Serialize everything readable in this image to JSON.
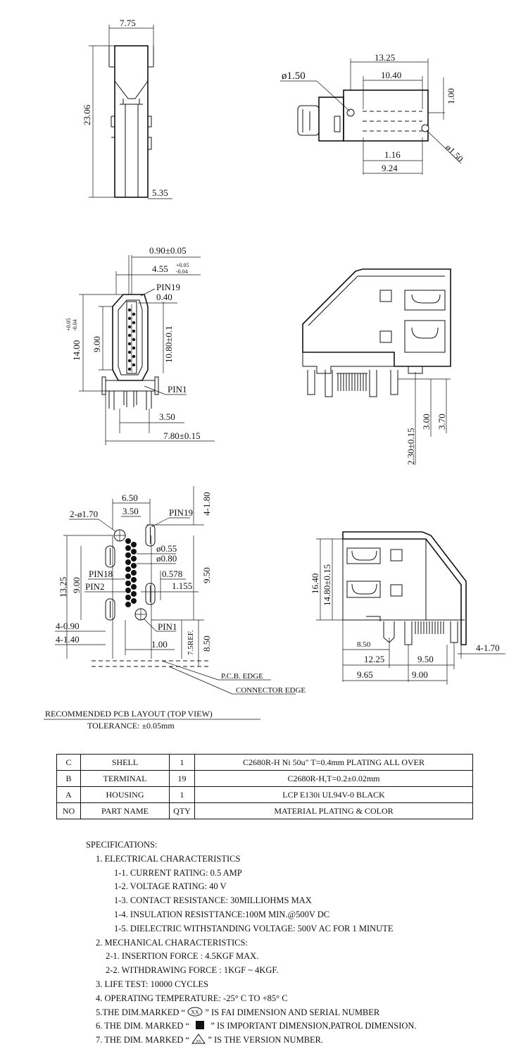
{
  "view_top_left": {
    "width": "7.75",
    "height": "23.06",
    "base": "5.35"
  },
  "view_top_right": {
    "hole": "ø1.50",
    "overall": "13.25",
    "inner": "10.40",
    "right_gap": "1.00",
    "pitch": "1.16",
    "span": "9.24",
    "hole2": "ø1.50"
  },
  "view_side_left": {
    "thickness": "0.90±0.05",
    "width_main": "4.55",
    "width_tol_plus": "+0.05",
    "width_tol_minus": "-0.04",
    "pin19": "PIN19",
    "pin_pitch": "0.40",
    "height_overall": "14.00",
    "height_tol_plus": "+0.05",
    "height_tol_minus": "-0.04",
    "height_inner": "9.00",
    "pin_field": "10.80±0.1",
    "pin1": "PIN1",
    "post_spacing": "3.50",
    "overall_depth": "7.80±0.15"
  },
  "view_iso_top": {
    "d1": "2.30±0.15",
    "d2": "3.00",
    "d3": "3.70"
  },
  "pcb_layout": {
    "d650": "6.50",
    "d350": "3.50",
    "d180": "4-1.80",
    "hole_large": "2-ø1.70",
    "pin19": "PIN19",
    "d055": "ø0.55",
    "d080": "ø0.80",
    "pin18": "PIN18",
    "pin2": "PIN2",
    "d0578": "0.578",
    "d1155": "1.155",
    "d1325": "13.25",
    "d900": "9.00",
    "d950": "9.50",
    "pin1": "PIN1",
    "d090": "4-0.90",
    "d140": "4-1.40",
    "d100": "1.00",
    "d75ref": "7.5REF.",
    "d850": "8.50",
    "pcb_edge": "P.C.B. EDGE",
    "connector_edge": "CONNECTOR EDGE",
    "title": "RECOMMENDED PCB LAYOUT (TOP VIEW)",
    "tolerance": "TOLERANCE: ±0.05mm"
  },
  "view_iso_bottom": {
    "h1": "16.40",
    "h2": "14.80±0.15",
    "d850": "8.50",
    "d1225": "12.25",
    "d950": "9.50",
    "d170": "4-1.70",
    "d965": "9.65",
    "d900": "9.00"
  },
  "parts_table": [
    {
      "no": "C",
      "name": "SHELL",
      "qty": "1",
      "material": "C2680R-H Ni 50u\" T=0.4mm PLATING ALL OVER"
    },
    {
      "no": "B",
      "name": "TERMINAL",
      "qty": "19",
      "material": "C2680R-H,T=0.2±0.02mm"
    },
    {
      "no": "A",
      "name": "HOUSING",
      "qty": "1",
      "material": "LCP E130i UL94V-0 BLACK"
    },
    {
      "no": "NO",
      "name": "PART NAME",
      "qty": "QTY",
      "material": "MATERIAL PLATING & COLOR"
    }
  ],
  "specs": {
    "heading": "SPECIFICATIONS:",
    "s1": "1. ELECTRICAL CHARACTERISTICS",
    "s1_1": "1-1. CURRENT RATING: 0.5 AMP",
    "s1_2": "1-2. VOLTAGE RATING: 40 V",
    "s1_3": "1-3. CONTACT RESISTANCE: 30MILLIOHMS MAX",
    "s1_4": "1-4. INSULATION RESISTTANCE:100M MIN.@500V DC",
    "s1_5": "1-5. DIELECTRIC WITHSTANDING VOLTAGE: 500V AC FOR 1 MINUTE",
    "s2": "2. MECHANICAL CHARACTERISTICS:",
    "s2_1": "2-1. INSERTION FORCE : 4.5KGF MAX.",
    "s2_2": "2-2. WITHDRAWING FORCE : 1KGF ~ 4KGF.",
    "s3": "3. LIFE TEST: 10000 CYCLES",
    "s4": "4. OPERATING TEMPERATURE: -25° C TO +85° C",
    "s5_a": "5.THE DIM.MARKED “",
    "s5_sym": "XX",
    "s5_b": "” IS FAI DIMENSION AND SERIAL NUMBER",
    "s6_a": "6. THE DIM. MARKED “",
    "s6_b": "” IS IMPORTANT DIMENSION,PATROL DIMENSION.",
    "s7_a": "7. THE DIM. MARKED “",
    "s7_sym": "xx",
    "s7_b": "” IS THE VERSION NUMBER."
  }
}
